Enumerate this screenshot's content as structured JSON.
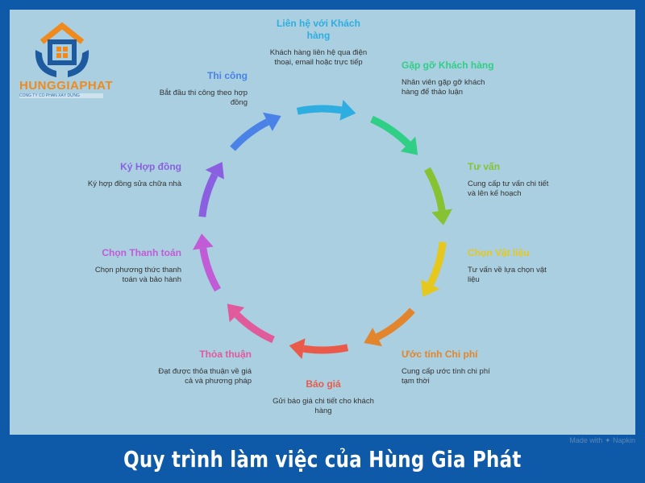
{
  "logo": {
    "name": "HUNGGIAPHAT",
    "tagline": "CÔNG TY CỔ PHẦN XÂY DỰNG"
  },
  "steps": [
    {
      "title": "Liên hệ với Khách hàng",
      "desc": "Khách hàng liên hệ qua điện thoại, email hoặc trực tiếp",
      "color": "#2eaee0"
    },
    {
      "title": "Gặp gỡ Khách hàng",
      "desc": "Nhân viên gặp gỡ khách hàng để thảo luận",
      "color": "#2fcf86"
    },
    {
      "title": "Tư vấn",
      "desc": "Cung cấp tư vấn chi tiết và lên kế hoạch",
      "color": "#86c232"
    },
    {
      "title": "Chọn Vật liệu",
      "desc": "Tư vấn về lựa chọn vật liệu",
      "color": "#e6c81c"
    },
    {
      "title": "Ước tính Chi phí",
      "desc": "Cung cấp ước tính chi phí tạm thời",
      "color": "#e2852c"
    },
    {
      "title": "Báo giá",
      "desc": "Gửi báo giá chi tiết cho khách hàng",
      "color": "#ea5a4a"
    },
    {
      "title": "Thỏa thuận",
      "desc": "Đạt được thỏa thuận về giá cả và phương pháp",
      "color": "#e05a9c"
    },
    {
      "title": "Chọn Thanh toán",
      "desc": "Chọn phương thức thanh toán và bảo hành",
      "color": "#c25bd6"
    },
    {
      "title": "Ký Hợp đồng",
      "desc": "Ký hợp đồng sửa chữa nhà",
      "color": "#8a5fe0"
    },
    {
      "title": "Thi công",
      "desc": "Bắt đầu thi công theo hợp đồng",
      "color": "#4a82e8"
    }
  ],
  "watermark": "Made with ✦ Napkin",
  "banner": "Quy trình làm việc của Hùng Gia Phát"
}
